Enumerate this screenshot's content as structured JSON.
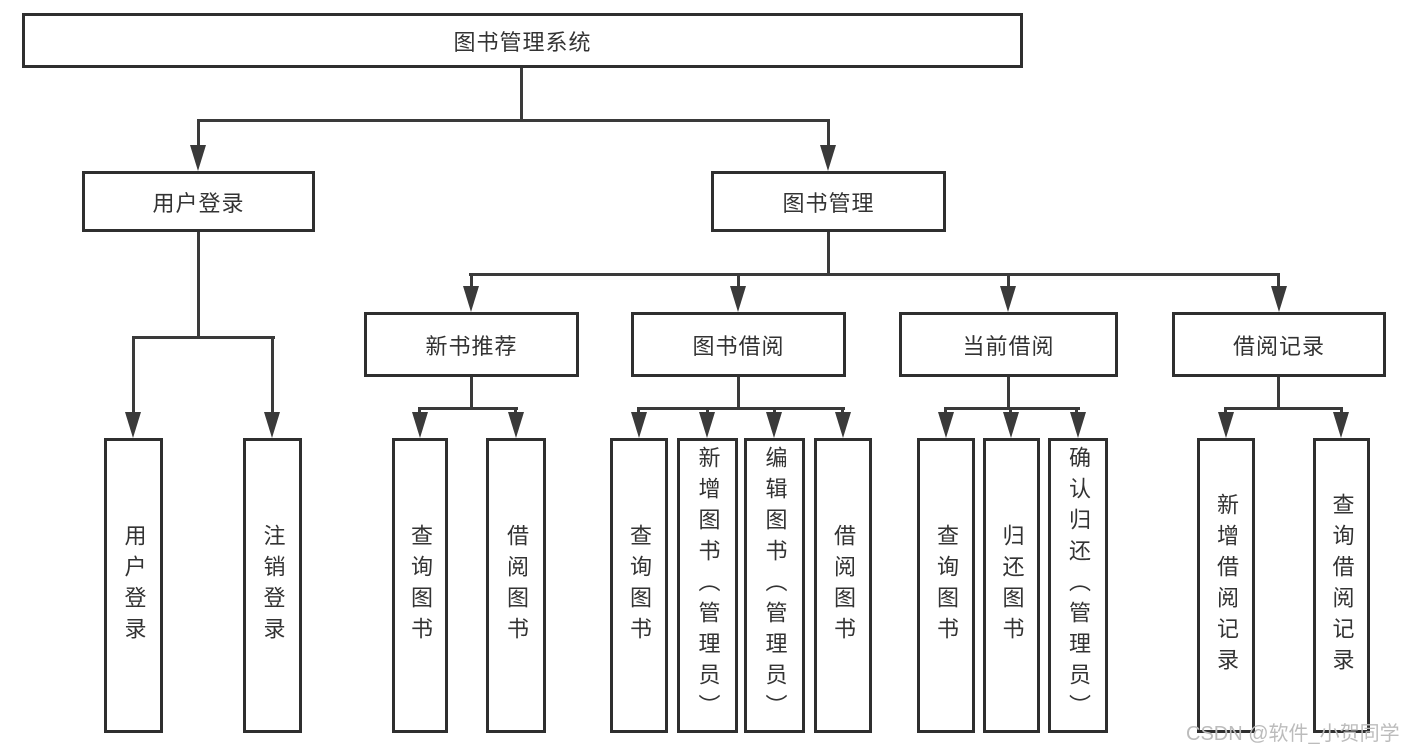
{
  "diagram": {
    "root": {
      "label": "图书管理系统"
    },
    "level2": [
      {
        "label": "用户登录",
        "parent": "图书管理系统"
      },
      {
        "label": "图书管理",
        "parent": "图书管理系统"
      }
    ],
    "level3": [
      {
        "label": "新书推荐",
        "parent": "图书管理"
      },
      {
        "label": "图书借阅",
        "parent": "图书管理"
      },
      {
        "label": "当前借阅",
        "parent": "图书管理"
      },
      {
        "label": "借阅记录",
        "parent": "图书管理"
      }
    ],
    "level4": [
      {
        "label": "用户登录",
        "parent": "用户登录"
      },
      {
        "label": "注销登录",
        "parent": "用户登录"
      },
      {
        "label": "查询图书",
        "parent": "新书推荐"
      },
      {
        "label": "借阅图书",
        "parent": "新书推荐"
      },
      {
        "label": "查询图书",
        "parent": "图书借阅"
      },
      {
        "label": "新增图书（管理员）",
        "parent": "图书借阅"
      },
      {
        "label": "编辑图书（管理员）",
        "parent": "图书借阅"
      },
      {
        "label": "借阅图书",
        "parent": "图书借阅"
      },
      {
        "label": "查询图书",
        "parent": "当前借阅"
      },
      {
        "label": "归还图书",
        "parent": "当前借阅"
      },
      {
        "label": "确认归还（管理员）",
        "parent": "当前借阅"
      },
      {
        "label": "新增借阅记录",
        "parent": "借阅记录"
      },
      {
        "label": "查询借阅记录",
        "parent": "借阅记录"
      }
    ],
    "watermark": "CSDN @软件_小贺同学",
    "colors": {
      "line": "#3a3a3a",
      "border": "#2f2f2f",
      "text": "#333333",
      "watermark": "#bcbcbc",
      "background": "#ffffff"
    }
  }
}
